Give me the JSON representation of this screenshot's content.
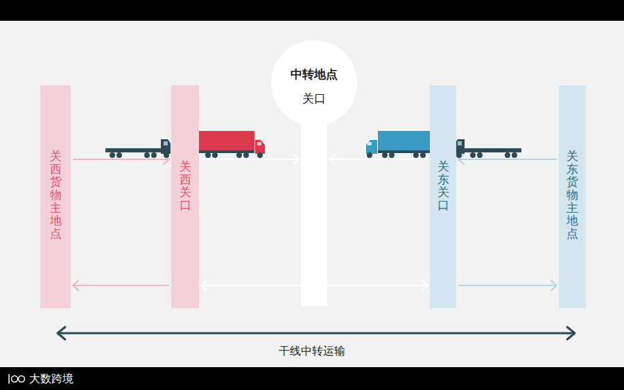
{
  "diagram": {
    "nodes": [
      {
        "text": [
          "关西货物主地点"
        ]
      },
      {
        "text": [
          "关西关口"
        ]
      },
      {
        "text": [
          "中转地点",
          "关口"
        ]
      },
      {
        "text": [
          "关东关口"
        ]
      },
      {
        "text": [
          "关东货物主地点"
        ]
      }
    ],
    "edges": [
      {
        "from": 0,
        "to": 1,
        "arrow": "to"
      },
      {
        "from": 1,
        "to": 2,
        "arrow": "to"
      },
      {
        "from": 4,
        "to": 3,
        "arrow": "to"
      },
      {
        "from": 3,
        "to": 2,
        "arrow": "to"
      },
      {
        "from": 1,
        "to": 0,
        "arrow": "to"
      },
      {
        "from": 1,
        "to": 3,
        "arrow": "both"
      },
      {
        "from": 3,
        "to": 4,
        "arrow": "to"
      }
    ],
    "labels": [
      "干线中转运输",
      "大数跨境"
    ]
  }
}
